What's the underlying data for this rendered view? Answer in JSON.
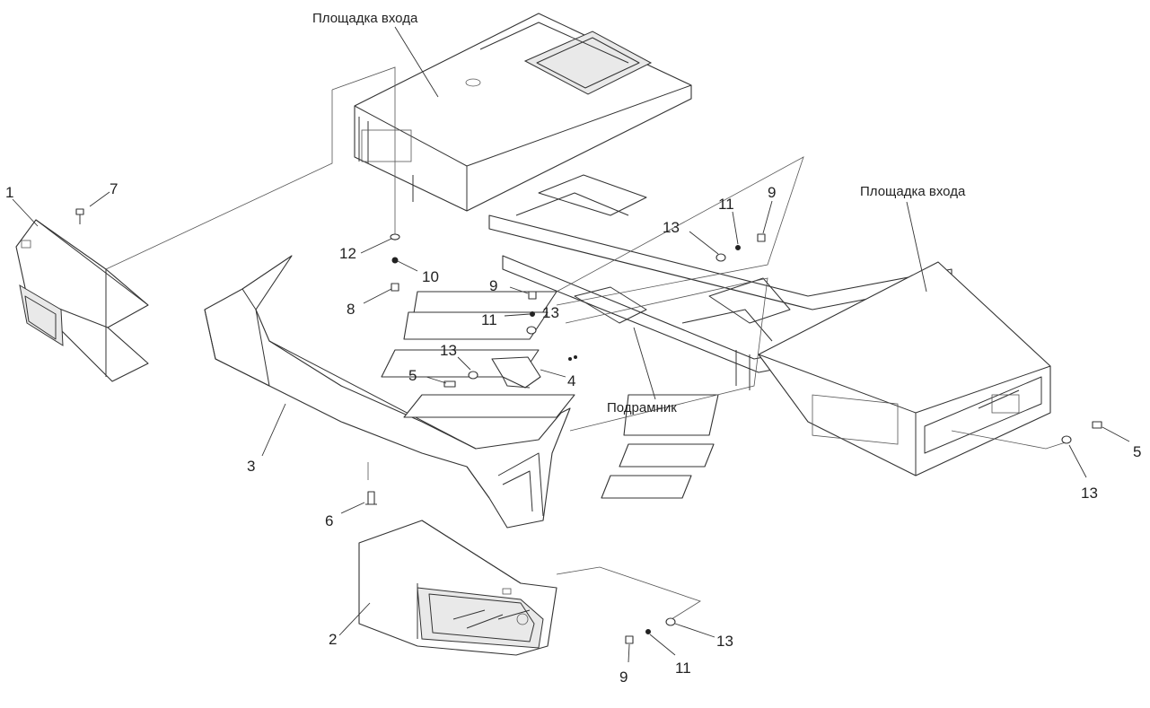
{
  "captions": {
    "entry_platform_top": "Площадка входа",
    "entry_platform_right": "Площадка входа",
    "subframe": "Подрамник"
  },
  "callouts": {
    "c1": "1",
    "c7": "7",
    "c12": "12",
    "c10": "10",
    "c8": "8",
    "c13a": "13",
    "c11a": "11",
    "c9a": "9",
    "c9b": "9",
    "c11b": "11",
    "c13b": "13",
    "c13c": "13",
    "c5a": "5",
    "c4": "4",
    "c3": "3",
    "c6": "6",
    "c2": "2",
    "c13d": "13",
    "c9c": "9",
    "c11c": "11",
    "c5b": "5",
    "c13e": "13"
  }
}
